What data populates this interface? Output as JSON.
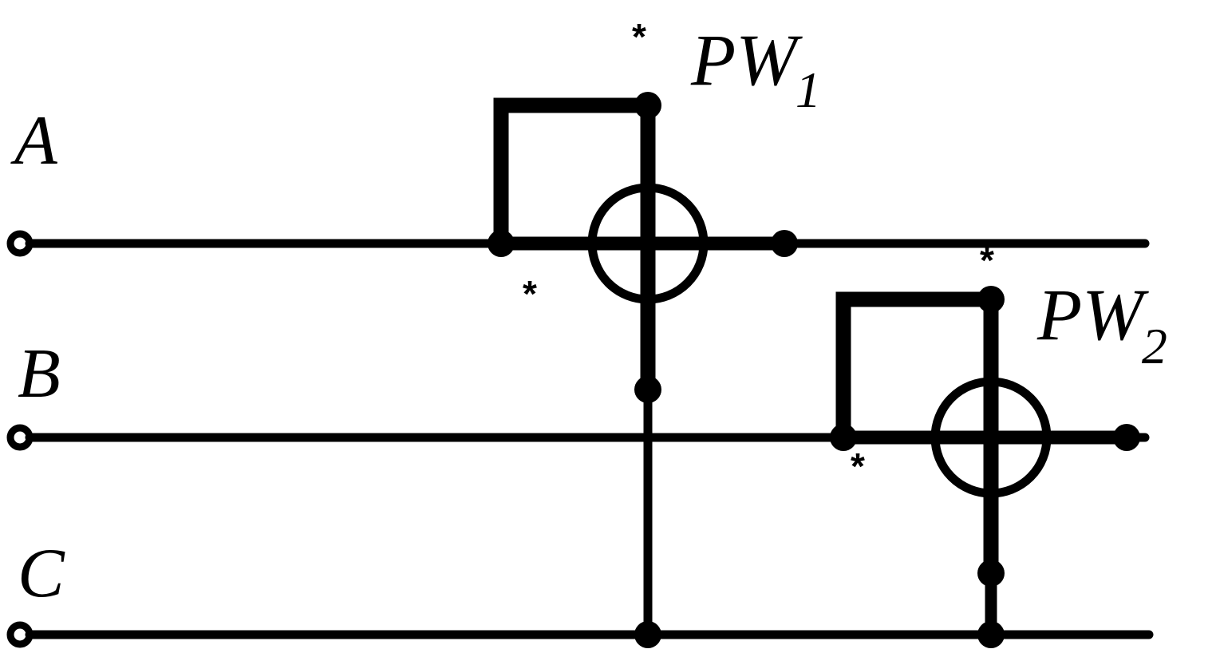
{
  "colors": {
    "ink": "#000000",
    "background": "#ffffff"
  },
  "phases": {
    "a": "A",
    "b": "B",
    "c": "C"
  },
  "meters": {
    "pw1": {
      "main": "PW",
      "sub": "1"
    },
    "pw2": {
      "main": "PW",
      "sub": "2"
    }
  },
  "marker": "*"
}
